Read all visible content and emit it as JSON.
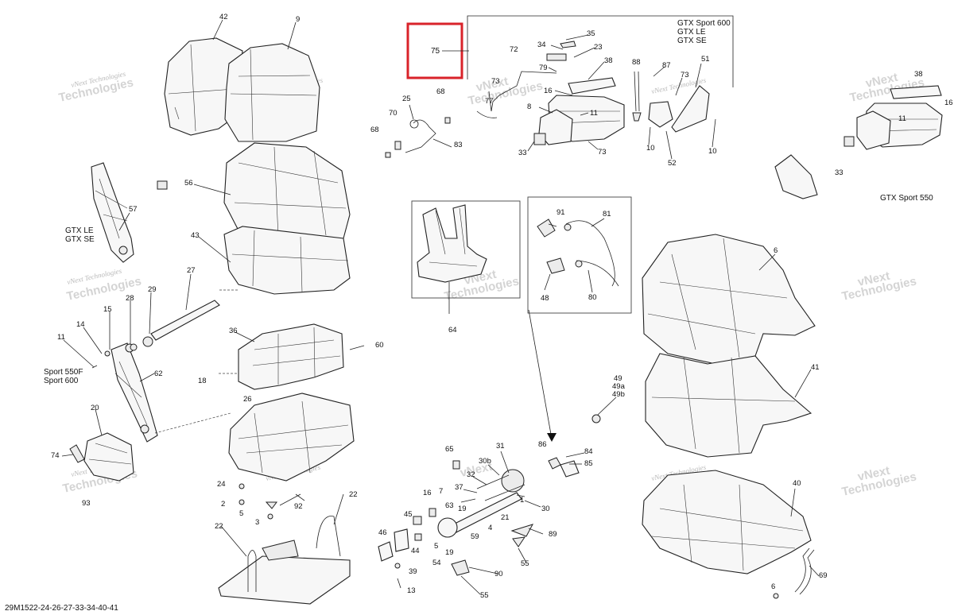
{
  "diagram": {
    "doc_code": "29M1522-24-26-27-33-34-40-41",
    "highlight_label": "75",
    "model_tags": {
      "gtx_group": [
        "GTX Sport 600",
        "GTX LE",
        "GTX SE"
      ],
      "gtx_sport_550": "GTX Sport 550",
      "left_bracket": [
        "GTX LE",
        "GTX SE"
      ],
      "sport_group": [
        "Sport 550F",
        "Sport 600"
      ]
    },
    "watermark": {
      "line1": "vNext Technologies",
      "line2": "vNext",
      "line3": "Technologies"
    },
    "callouts": [
      "42",
      "9",
      "56",
      "57",
      "43",
      "27",
      "29",
      "28",
      "15",
      "14",
      "11",
      "36",
      "60",
      "18",
      "26",
      "62",
      "20",
      "74",
      "93",
      "24",
      "2",
      "5",
      "3",
      "92",
      "22",
      "22",
      "75",
      "35",
      "34",
      "23",
      "72",
      "38",
      "79",
      "73",
      "16",
      "8",
      "11",
      "33",
      "73",
      "88",
      "87",
      "51",
      "73",
      "10",
      "52",
      "10",
      "25",
      "68",
      "70",
      "68",
      "77",
      "83",
      "64",
      "91",
      "81",
      "48",
      "80",
      "6",
      "41",
      "49",
      "49a",
      "49b",
      "38",
      "16",
      "11",
      "33",
      "65",
      "31",
      "30b",
      "32",
      "37",
      "7",
      "1",
      "30",
      "19",
      "21",
      "4",
      "16",
      "63",
      "45",
      "59",
      "89",
      "46",
      "44",
      "19",
      "5",
      "39",
      "13",
      "54",
      "90",
      "55",
      "55",
      "86",
      "84",
      "85",
      "40",
      "69",
      "6"
    ]
  }
}
